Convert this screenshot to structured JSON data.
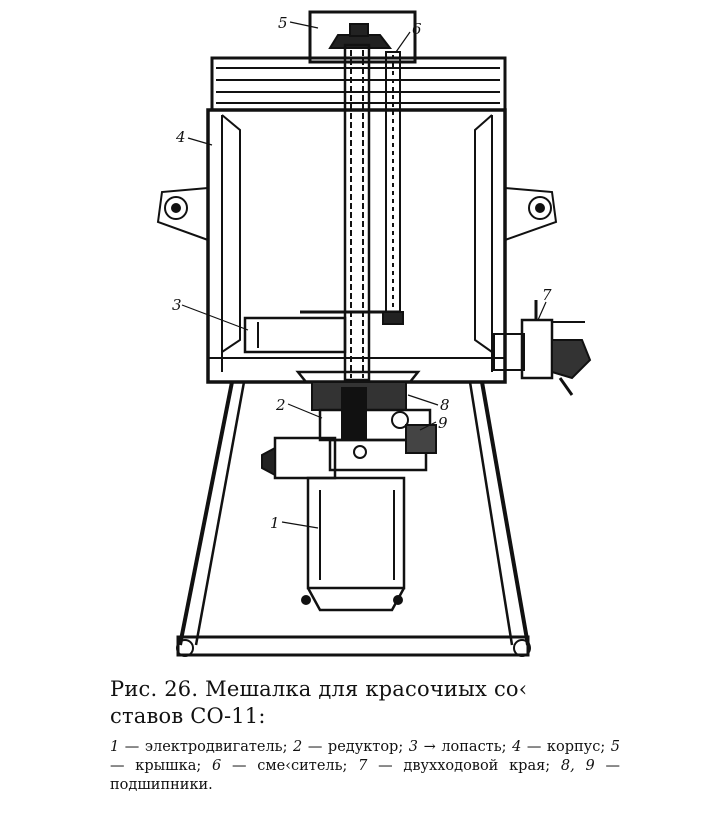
{
  "figure": {
    "part_labels": [
      "1",
      "2",
      "3",
      "4",
      "5",
      "6",
      "7",
      "8",
      "9"
    ]
  },
  "caption": {
    "title_line1": "Рис. 26. Мешалка для красочиых со‹",
    "title_line2": "ставов СО-11:"
  },
  "legend": [
    {
      "num": "1",
      "text": " — электродвигатель;  "
    },
    {
      "num": "2",
      "text": " — редуктор;  "
    },
    {
      "num": "3",
      "text": " → лопасть;  "
    },
    {
      "num": "4",
      "text": " — корпус;  "
    },
    {
      "num": "5",
      "text": " — крышка;  "
    },
    {
      "num": "6",
      "text": " — сме‹ситель;  "
    },
    {
      "num": "7",
      "text": " — двухходовой края;  "
    },
    {
      "num": "8, 9",
      "text": " — подшипники."
    }
  ]
}
